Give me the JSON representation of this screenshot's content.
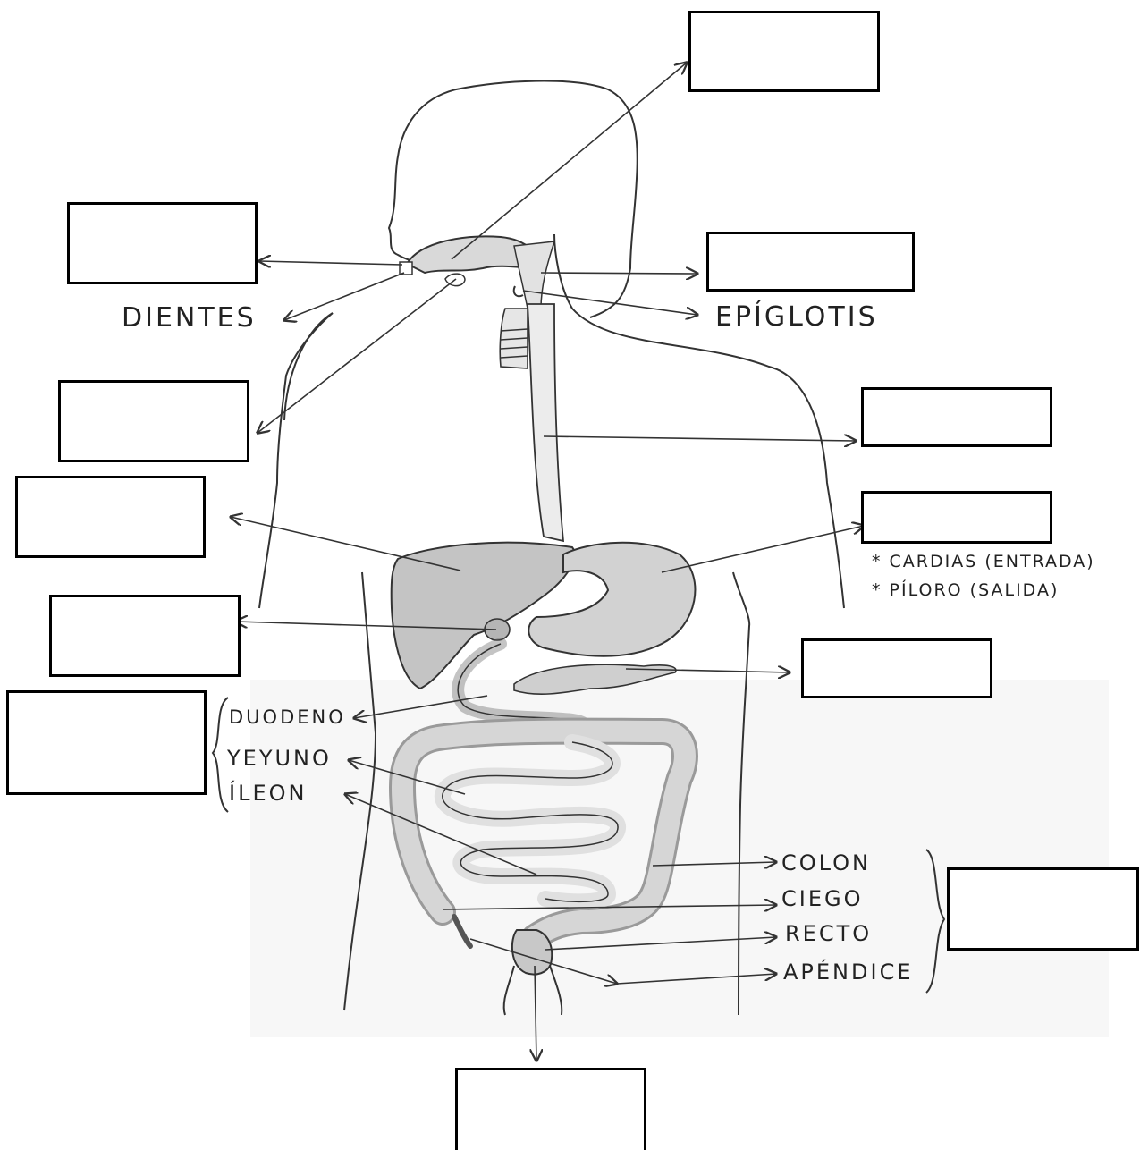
{
  "title": "",
  "labels": {
    "teeth": "DIENTES",
    "epiglottis": "EPÍGLOTIS",
    "cardias": "* CARDIAS (ENTRADA)",
    "pyloro": "* PÍLORO (SALIDA)",
    "duodenum": "DUODENO",
    "jejunum": "YEYUNO",
    "ileum": "ÍLEON",
    "colon": "COLON",
    "cecum": "CIEGO",
    "rectum": "RECTO",
    "appendix": "APÉNDICE"
  },
  "answer_boxes": [
    {
      "id": "mouth-box",
      "answer": ""
    },
    {
      "id": "salivary-box",
      "answer": ""
    },
    {
      "id": "tongue-box",
      "answer": ""
    },
    {
      "id": "liver-box",
      "answer": ""
    },
    {
      "id": "gallbladder-box",
      "answer": ""
    },
    {
      "id": "small-intestine-box",
      "answer": ""
    },
    {
      "id": "pharynx-box",
      "answer": ""
    },
    {
      "id": "esophagus-box",
      "answer": ""
    },
    {
      "id": "stomach-box",
      "answer": ""
    },
    {
      "id": "pancreas-box",
      "answer": ""
    },
    {
      "id": "large-intestine-box",
      "answer": ""
    },
    {
      "id": "anus-box",
      "answer": ""
    }
  ]
}
